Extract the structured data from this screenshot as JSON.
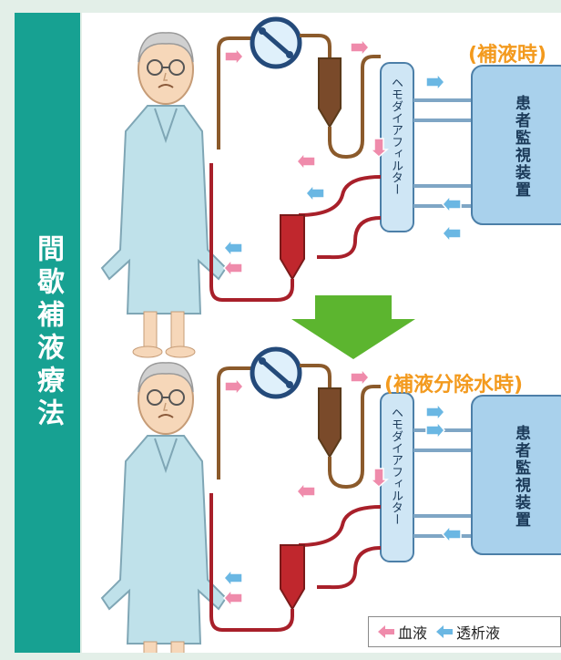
{
  "sidebar": {
    "title": "間歇補液療法"
  },
  "top_annotation": "(補液時)",
  "bottom_annotation": "(補液分除水時)",
  "filter_label": "ヘモダイアフィルター",
  "monitor_label": "患者監視装置",
  "legend": {
    "blood": "血液",
    "dialysate": "透析液"
  },
  "colors": {
    "sidebar": "#17a192",
    "background": "#e3efe8",
    "annotation": "#f39a1e",
    "blood_arrow": "#ef8bab",
    "dialysate_arrow": "#6ab7e3",
    "blood_line": "#a8202a",
    "return_line": "#8b5a2b",
    "transition_arrow": "#5cb52f"
  }
}
